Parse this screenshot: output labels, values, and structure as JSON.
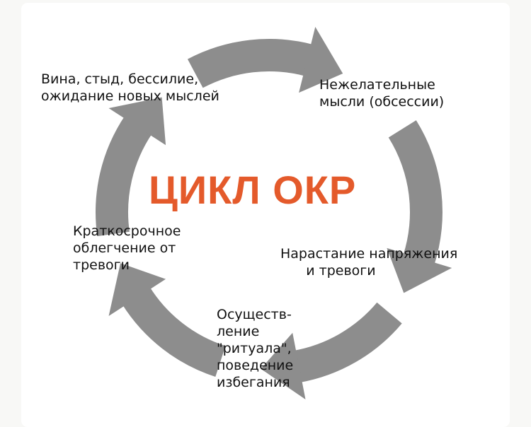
{
  "title": "ЦИКЛ ОКР",
  "colors": {
    "title": "#e45a2b",
    "arrow": "#8d8d8d",
    "text": "#111111"
  },
  "stages": [
    {
      "text": "Вина, стыд, бессилие,\nожидание новых мыслей"
    },
    {
      "text": "Нежелательные\nмысли (обсессии)"
    },
    {
      "text": "Нарастание напряжения\n      и тревоги"
    },
    {
      "text": "Осуществ-\nление\n\"ритуала\",\nповедение\nизбегания"
    },
    {
      "text": "Краткосрочное\nоблегчение от\nтревоги"
    }
  ]
}
